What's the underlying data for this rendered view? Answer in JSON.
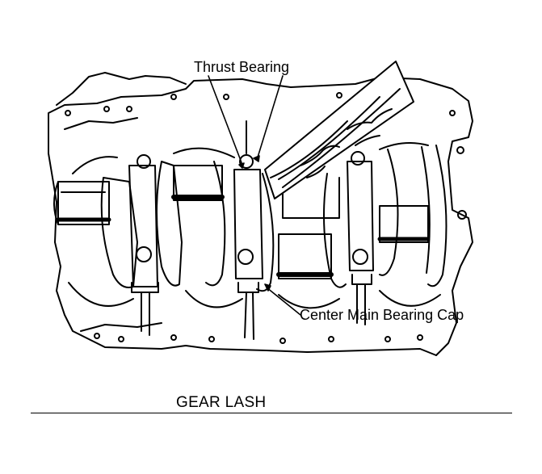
{
  "diagram": {
    "labels": {
      "thrust_bearing": "Thrust Bearing",
      "center_main_bearing_cap": "Center Main Bearing Cap"
    },
    "caption": "GEAR LASH"
  }
}
